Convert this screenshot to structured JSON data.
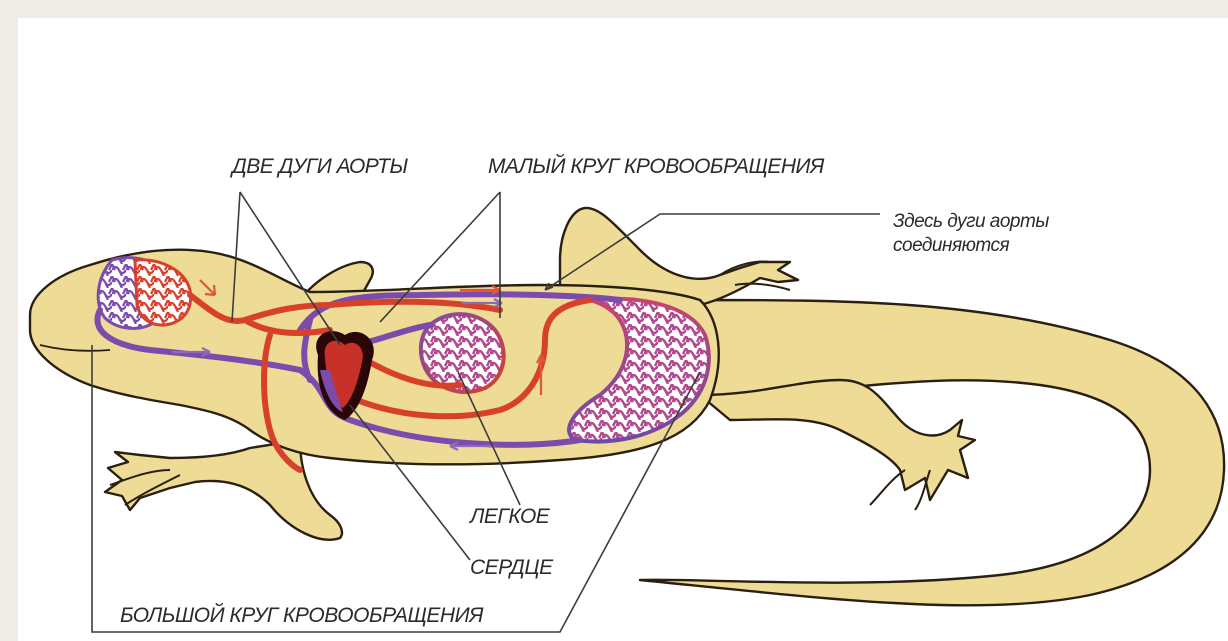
{
  "labels": {
    "aortic_arches": "ДВЕ ДУГИ АОРТЫ",
    "pulmonary_circulation": "МАЛЫЙ  КРУГ КРОВООБРАЩЕНИЯ",
    "arches_join_note": "Здесь дуги аорты\nсоединяются",
    "lung": "ЛЕГКОЕ",
    "heart": "СЕРДЦЕ",
    "systemic_circulation": "БОЛЬШОЙ КРУГ КРОВООБРАЩЕНИЯ"
  },
  "colors": {
    "background": "#efece5",
    "panel": "#ffffff",
    "body_fill": "#eedc96",
    "outline": "#2a1f10",
    "arterial": "#d7412c",
    "venous": "#7d4bab",
    "mixed": "#b14a8e",
    "heart_dark": "#2a0608",
    "leader_line": "#4a4a4a",
    "flow_arrow_red": "#e2543c",
    "flow_arrow_purple": "#8c6ab8"
  }
}
